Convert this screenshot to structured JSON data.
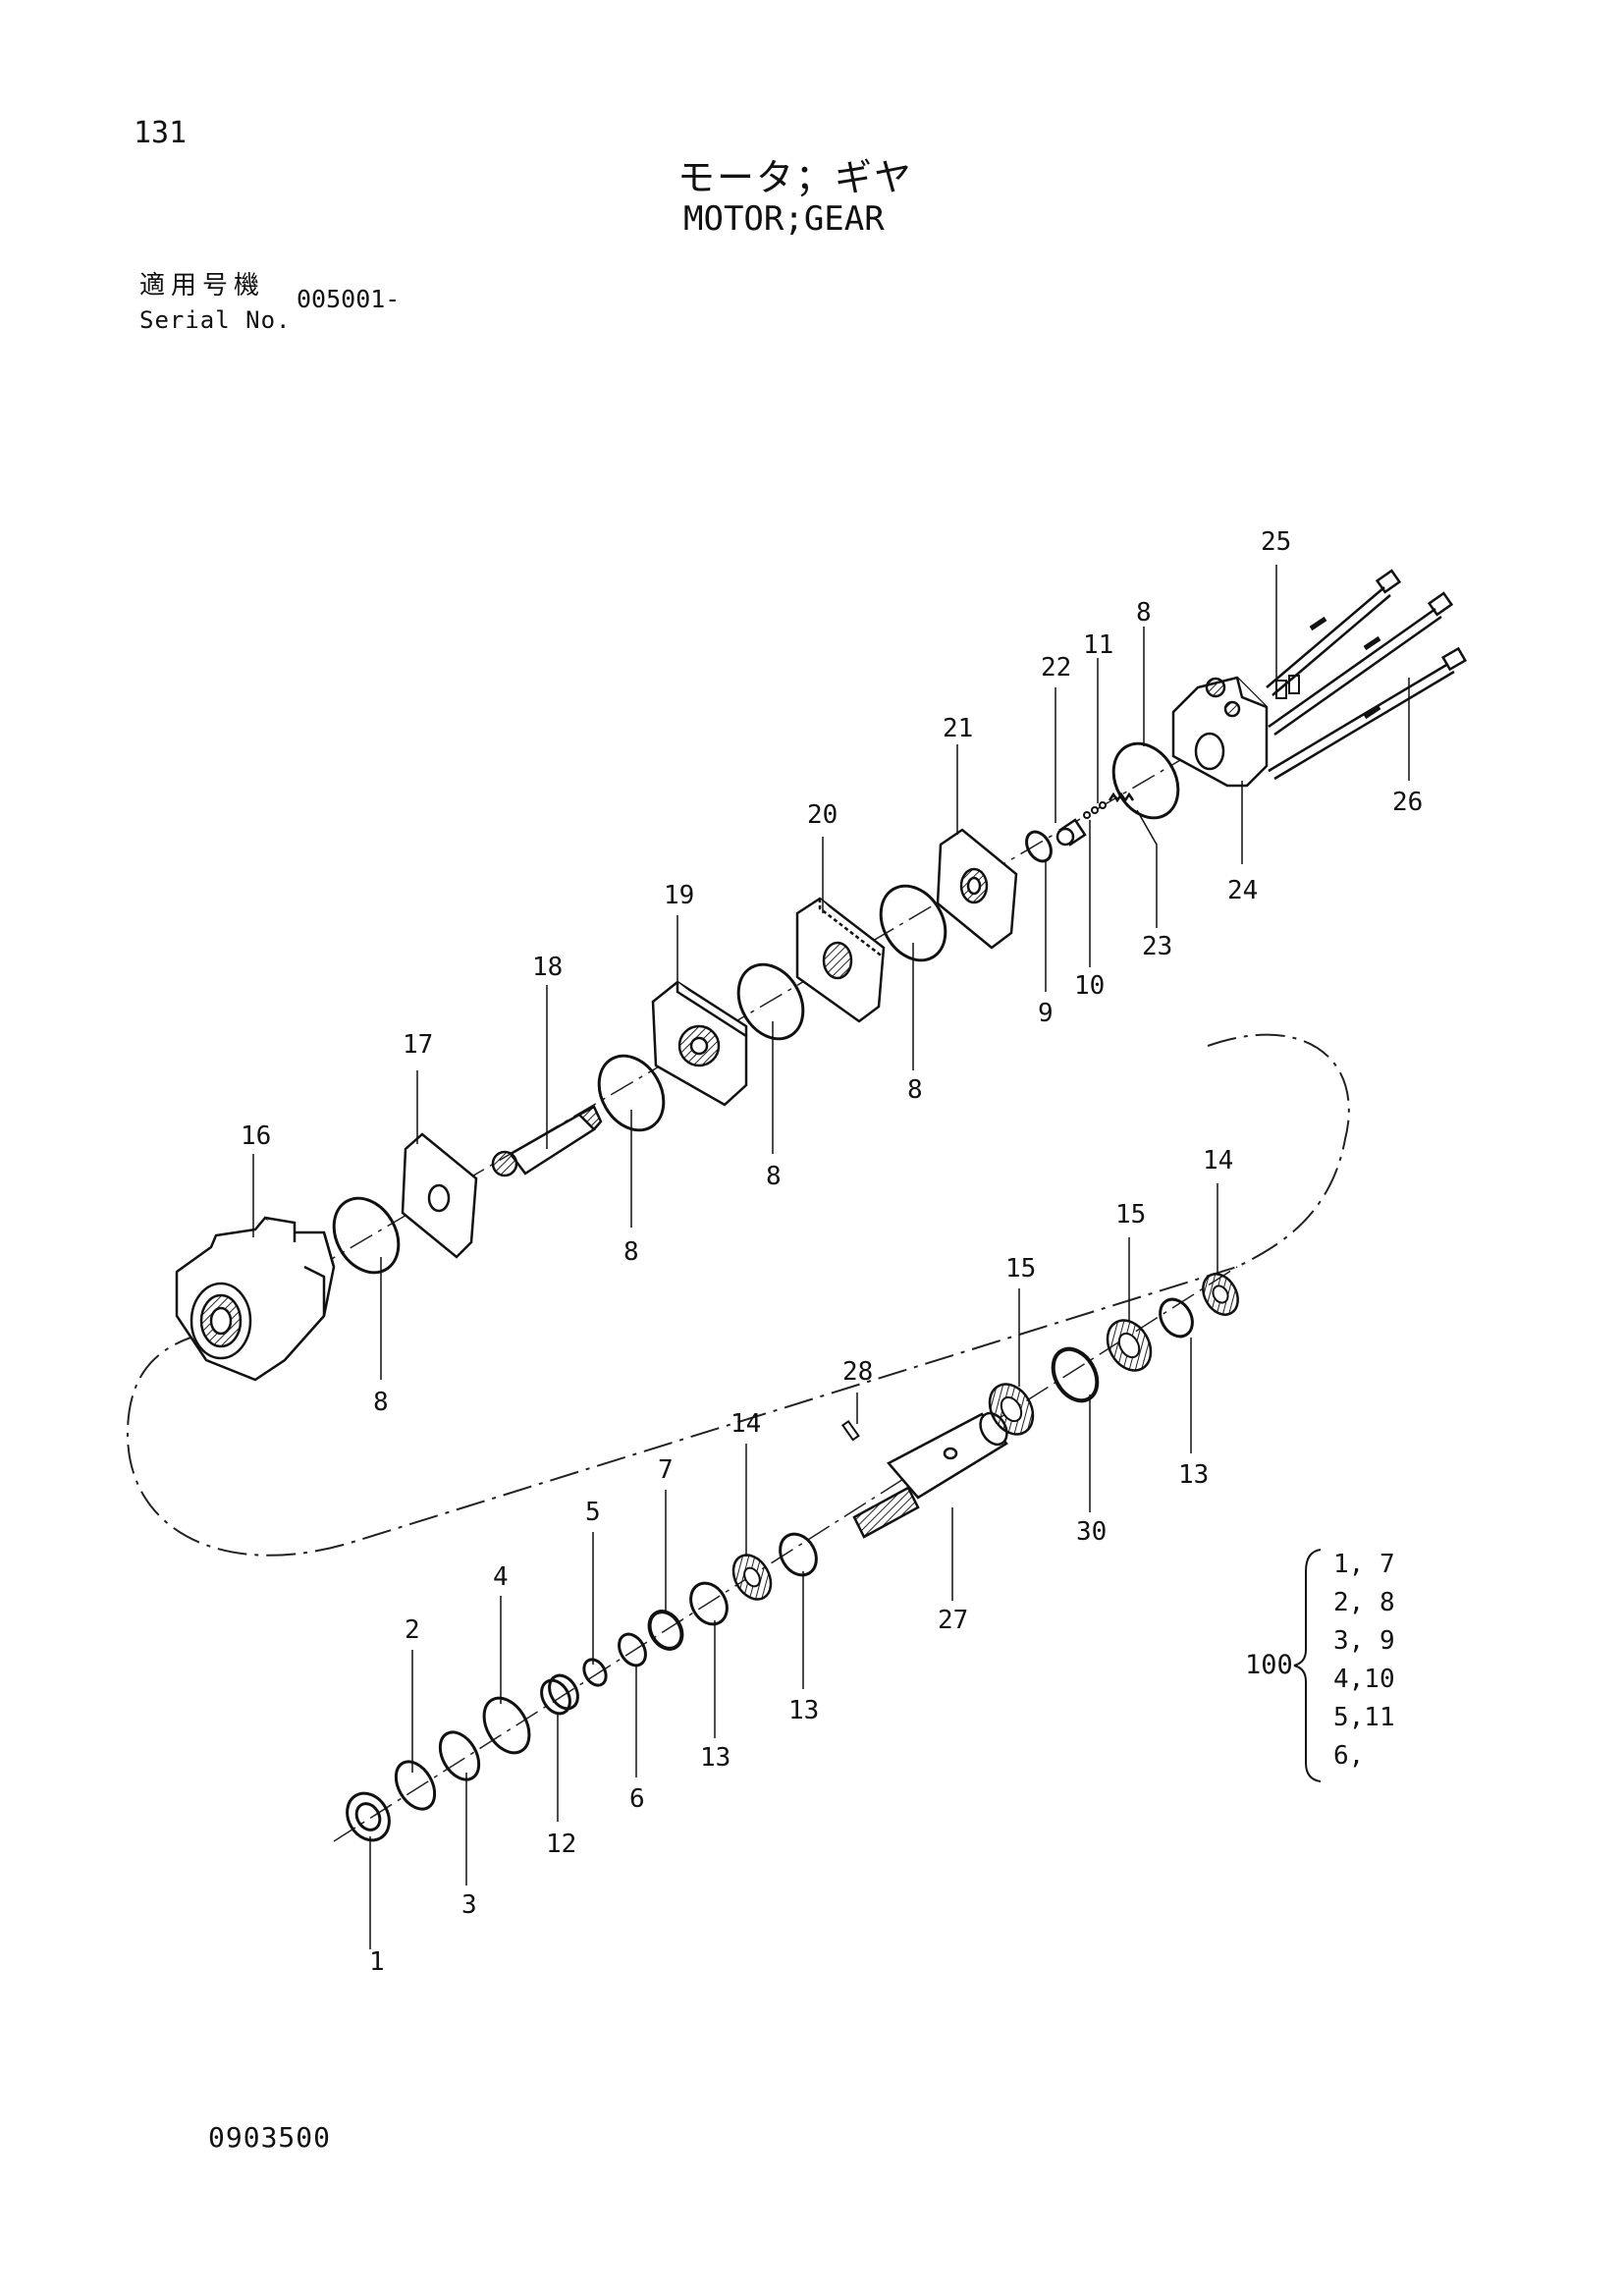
{
  "header": {
    "page_number": "131",
    "title_jp": "モータ；ギヤ",
    "title_en": "MOTOR;GEAR",
    "serial_label_jp": "適用号機",
    "serial_label_en": "Serial No.",
    "serial_value": "005001-"
  },
  "callouts": {
    "c1": "1",
    "c2": "2",
    "c3": "3",
    "c4": "4",
    "c5": "5",
    "c6": "6",
    "c7": "7",
    "c8a": "8",
    "c8b": "8",
    "c8c": "8",
    "c8d": "8",
    "c8e": "8",
    "c9": "9",
    "c10": "10",
    "c11": "11",
    "c12": "12",
    "c13a": "13",
    "c13b": "13",
    "c13c": "13",
    "c14a": "14",
    "c14b": "14",
    "c15a": "15",
    "c15b": "15",
    "c16": "16",
    "c17": "17",
    "c18": "18",
    "c19": "19",
    "c20": "20",
    "c21": "21",
    "c22": "22",
    "c23": "23",
    "c24": "24",
    "c25": "25",
    "c26": "26",
    "c27": "27",
    "c28": "28",
    "c30": "30"
  },
  "kit": {
    "number": "100",
    "items": [
      "1, 7",
      "2, 8",
      "3, 9",
      "4,10",
      "5,11",
      "6,"
    ]
  },
  "footer": {
    "drawing_code": "0903500"
  }
}
